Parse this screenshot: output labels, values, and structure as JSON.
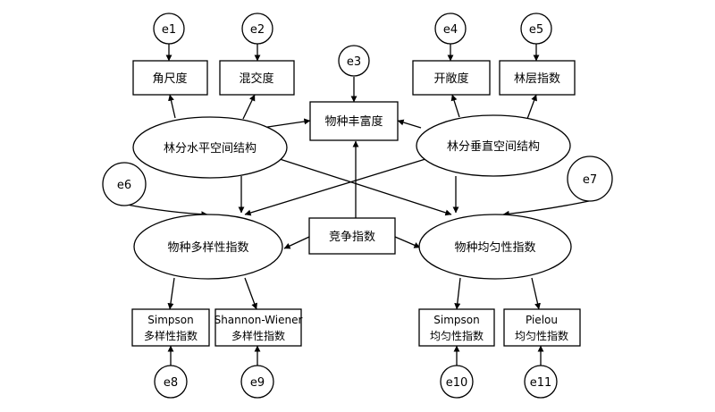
{
  "diagram": {
    "errors": {
      "e1": "e1",
      "e2": "e2",
      "e3": "e3",
      "e4": "e4",
      "e5": "e5",
      "e6": "e6",
      "e7": "e7",
      "e8": "e8",
      "e9": "e9",
      "e10": "e10",
      "e11": "e11"
    },
    "indicators": {
      "jiaochidu": "角尺度",
      "hunjiaodu": "混交度",
      "kaichangdu": "开敞度",
      "cengcengzhishu": "林层指数",
      "fengfudu": "物种丰富度",
      "jingzheng": "竞争指数",
      "simpson_div": [
        "Simpson",
        "多样性指数"
      ],
      "shannon_div": [
        "Shannon-Wiener",
        "多样性指数"
      ],
      "simpson_even": [
        "Simpson",
        "均匀性指数"
      ],
      "pielou_even": [
        "Pielou",
        "均匀性指数"
      ]
    },
    "latents": {
      "horizontal": "林分水平空间结构",
      "vertical": "林分垂直空间结构",
      "diversity": "物种多样性指数",
      "evenness": "物种均匀性指数"
    }
  }
}
